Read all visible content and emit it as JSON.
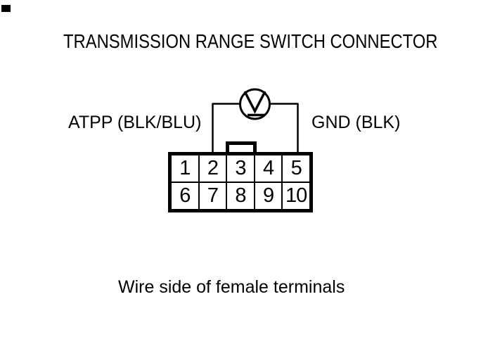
{
  "page": {
    "title": "TRANSMISSION RANGE SWITCH CONNECTOR",
    "labels": {
      "left": "ATPP (BLK/BLU)",
      "right": "GND (BLK)"
    },
    "meter": {
      "symbol": "V",
      "type": "voltmeter",
      "probe_pins": [
        "2",
        "5"
      ]
    },
    "connector": {
      "pins": [
        "1",
        "2",
        "3",
        "4",
        "5",
        "6",
        "7",
        "8",
        "9",
        "10"
      ]
    },
    "caption": "Wire side of female terminals",
    "colors": {
      "ink": "#000000",
      "paper": "#ffffff"
    }
  }
}
